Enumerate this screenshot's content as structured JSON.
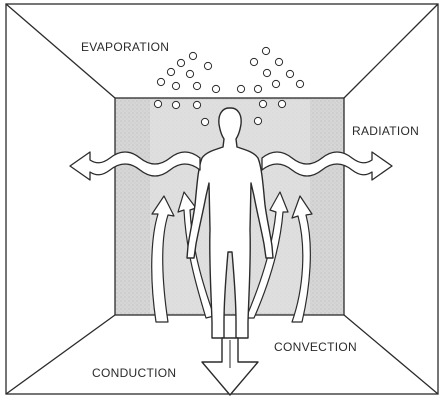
{
  "labels": {
    "evaporation": "EVAPORATION",
    "radiation": "RADIATION",
    "convection": "CONVECTION",
    "conduction": "CONDUCTION"
  },
  "colors": {
    "ink": "#2b2b2b",
    "back_wall": "#d9d9d9",
    "shaded_area": "#c4c4c4",
    "background": "#ffffff"
  }
}
